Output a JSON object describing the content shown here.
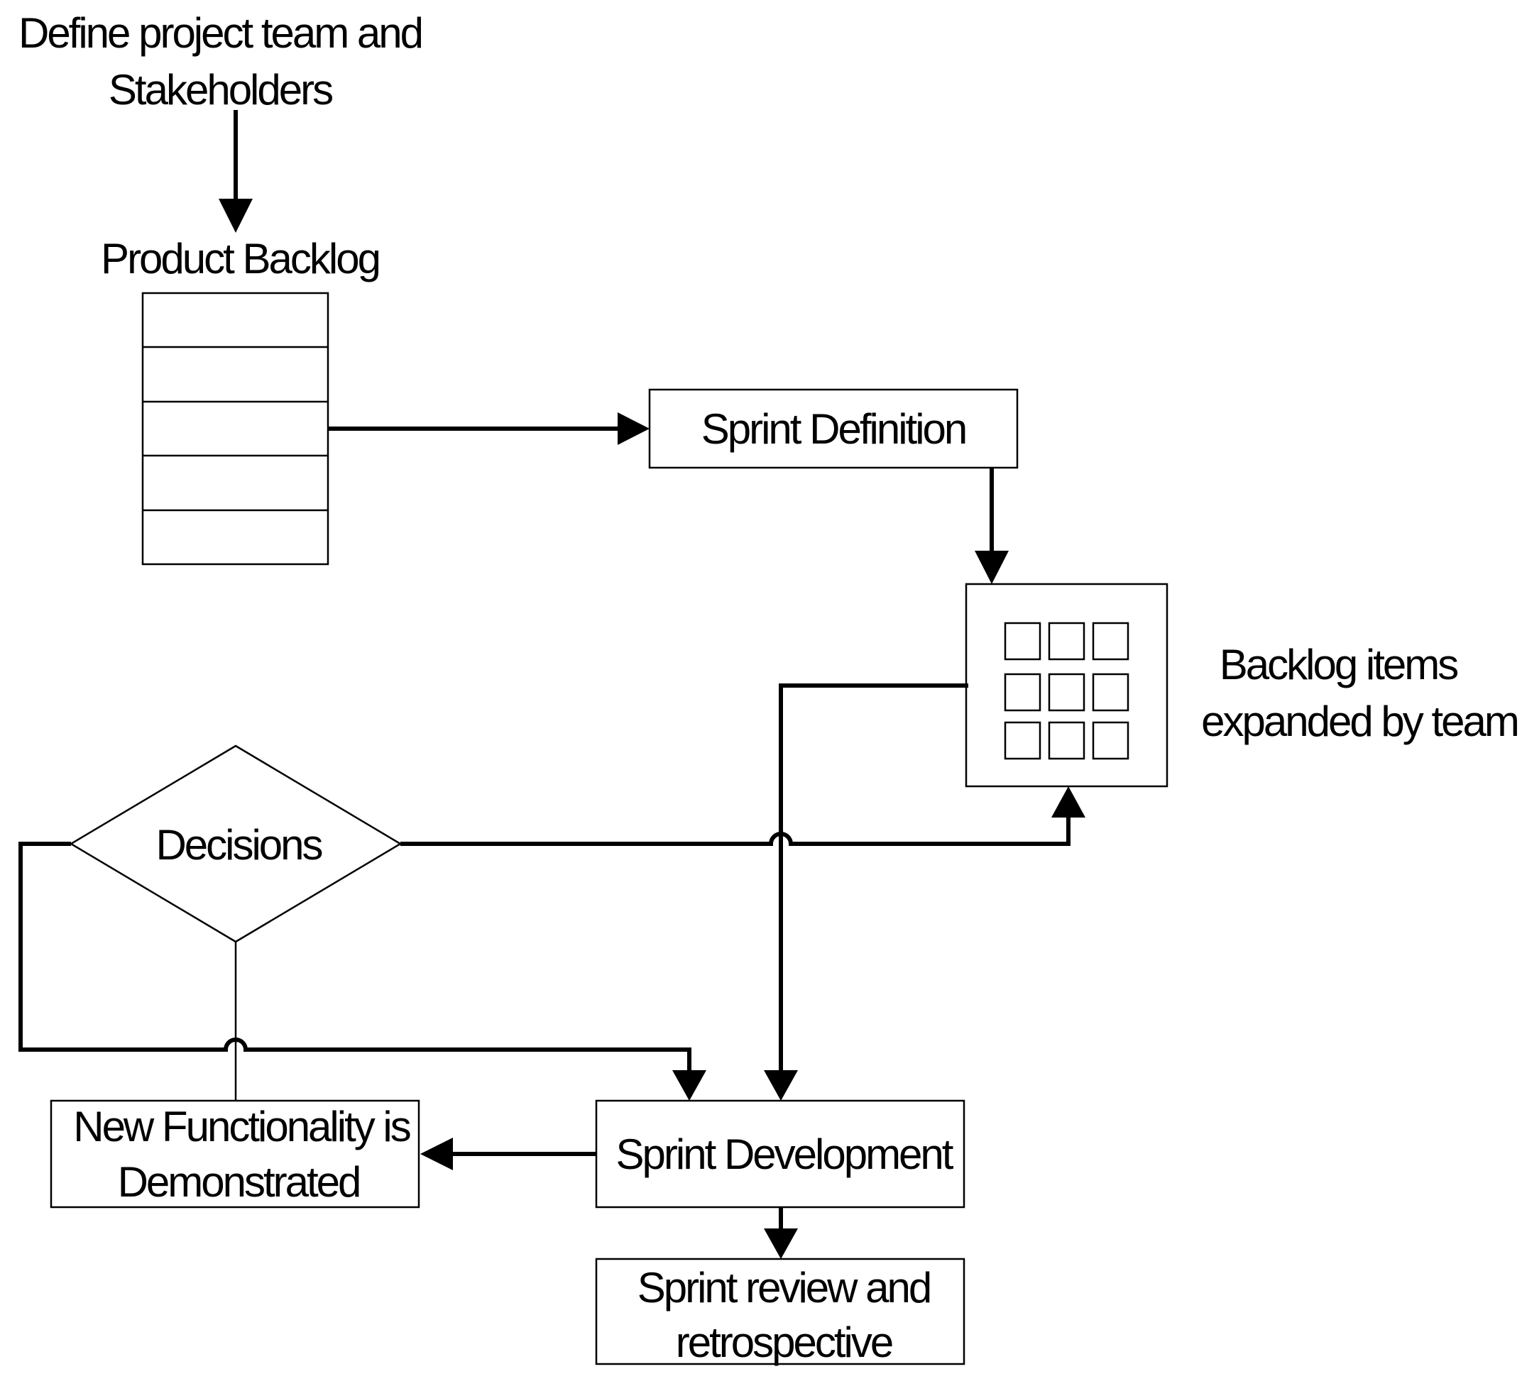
{
  "diagram": {
    "nodes": {
      "define_team": {
        "line1": "Define project team and",
        "line2": "Stakeholders"
      },
      "product_backlog": {
        "label": "Product Backlog"
      },
      "sprint_definition": {
        "label": "Sprint Definition"
      },
      "backlog_items": {
        "line1": "Backlog items",
        "line2": "expanded by team"
      },
      "decisions": {
        "label": "Decisions"
      },
      "new_functionality": {
        "line1": "New Functionality is",
        "line2": "Demonstrated"
      },
      "sprint_development": {
        "label": "Sprint Development"
      },
      "sprint_review": {
        "line1": "Sprint review and",
        "line2": "retrospective"
      }
    },
    "edges": [
      {
        "from": "define_team",
        "to": "product_backlog"
      },
      {
        "from": "product_backlog",
        "to": "sprint_definition"
      },
      {
        "from": "sprint_definition",
        "to": "backlog_items"
      },
      {
        "from": "backlog_items",
        "to": "sprint_development"
      },
      {
        "from": "decisions",
        "to": "backlog_items"
      },
      {
        "from": "decisions",
        "to": "sprint_development"
      },
      {
        "from": "sprint_development",
        "to": "new_functionality"
      },
      {
        "from": "sprint_development",
        "to": "sprint_review"
      },
      {
        "from": "new_functionality",
        "to": "decisions"
      }
    ]
  }
}
